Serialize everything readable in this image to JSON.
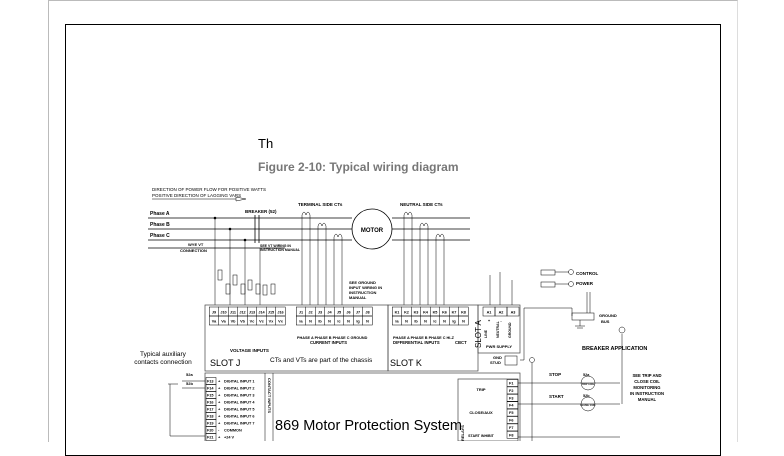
{
  "page": {
    "heading_fragment": "Th",
    "figure_title": "Figure 2-10: Typical wiring diagram"
  },
  "diagram": {
    "direction_note": [
      "DIRECTION OF POWER FLOW FOR POSITIVE WATTS",
      "POSITIVE DIRECTION OF LAGGING VARS"
    ],
    "phases": [
      "Phase A",
      "Phase B",
      "Phase C"
    ],
    "breaker_label": "BREAKER (52)",
    "terminal_cts": "TERMINAL SIDE CTs",
    "neutral_cts": "NEUTRAL SIDE CTs",
    "motor": "MOTOR",
    "wye_connection": [
      "WYE VT",
      "CONNECTION"
    ],
    "vt_note": [
      "SEE VT WIRING IN",
      "INSTRUCTION MANUAL"
    ],
    "ground_note": [
      "SEE GROUND",
      "INPUT WIRING IN",
      "INSTRUCTION",
      "MANUAL"
    ],
    "slot_j": {
      "label": "SLOT J",
      "voltage_terminals": [
        "J9",
        "J10",
        "J11",
        "J12",
        "J13",
        "J14",
        "J15",
        "J16"
      ],
      "voltage_signals": [
        "Va",
        "Va",
        "Vb",
        "Vb",
        "Vc",
        "Vc",
        "Vx",
        "Vx"
      ],
      "voltage_group": "VOLTAGE INPUTS",
      "current_terminals": [
        "J1",
        "J2",
        "J3",
        "J4",
        "J5",
        "J6",
        "J7",
        "J8"
      ],
      "current_signals": [
        "Ia",
        "N",
        "Ib",
        "N",
        "Ic",
        "N",
        "Ig",
        "N"
      ],
      "current_subgroups": "PHASE A  PHASE B  PHASE C  GROUND",
      "current_group": "CURRENT INPUTS"
    },
    "chassis_note": "CTs and VTs are part of the chassis",
    "slot_k": {
      "label": "SLOT K",
      "terminals": [
        "K1",
        "K2",
        "K3",
        "K4",
        "K5",
        "K6",
        "K7",
        "K8"
      ],
      "signals": [
        "Ia",
        "N",
        "Ib",
        "N",
        "Ic",
        "N",
        "Ig",
        "N"
      ],
      "subgroups": "PHASE A  PHASE B  PHASE C  HI-Z",
      "group": "DIFFERENTIAL INPUTS",
      "cbct": "CBCT"
    },
    "slot_a": {
      "label": "SLOT A",
      "terminals": [
        "A1",
        "A2",
        "A3"
      ],
      "signs": [
        "+",
        "-"
      ],
      "pins": [
        "LINE",
        "NEUTRAL",
        "GROUND"
      ],
      "group": "PWR SUPPLY"
    },
    "gnd_stud": [
      "GND",
      "STUD"
    ],
    "aux_title": [
      "Typical auxiliary",
      "contacts connection"
    ],
    "aux_contacts": [
      "52a",
      "52b"
    ],
    "digital_inputs": [
      {
        "term": "F13",
        "sign": "+",
        "label": "DIGITAL INPUT 1"
      },
      {
        "term": "F14",
        "sign": "+",
        "label": "DIGITAL INPUT 2"
      },
      {
        "term": "F15",
        "sign": "+",
        "label": "DIGITAL INPUT 3"
      },
      {
        "term": "F16",
        "sign": "+",
        "label": "DIGITAL INPUT 4"
      },
      {
        "term": "F17",
        "sign": "+",
        "label": "DIGITAL INPUT 5"
      },
      {
        "term": "F18",
        "sign": "+",
        "label": "DIGITAL INPUT 6"
      },
      {
        "term": "F19",
        "sign": "+",
        "label": "DIGITAL INPUT 7"
      },
      {
        "term": "F20",
        "sign": "-",
        "label": "COMMON"
      },
      {
        "term": "F21",
        "sign": "+",
        "label": "+24 V"
      }
    ],
    "contact_inputs_label": "CONTACT INPUTS",
    "product_name": "869 Motor Protection System",
    "outputs": {
      "relays_label": "RELAYS",
      "groups": [
        "TRIP",
        "CLOSE/AUX",
        "START INHIBIT"
      ],
      "terminals": [
        "F1",
        "F2",
        "F3",
        "F4",
        "F5",
        "F6",
        "F7",
        "F8"
      ]
    },
    "control_power": [
      "CONTROL",
      "POWER"
    ],
    "ground_bus": [
      "GROUND",
      "BUS"
    ],
    "breaker_application": "BREAKER APPLICATION",
    "stop": "STOP",
    "start": "START",
    "contacts": [
      "52a",
      "52b"
    ],
    "coils": [
      "TRIP COIL",
      "CLOSE COIL"
    ],
    "trip_note": [
      "SEE TRIP AND",
      "CLOSE COIL",
      "MONITORING",
      "IN INSTRUCTION",
      "MANUAL"
    ]
  }
}
